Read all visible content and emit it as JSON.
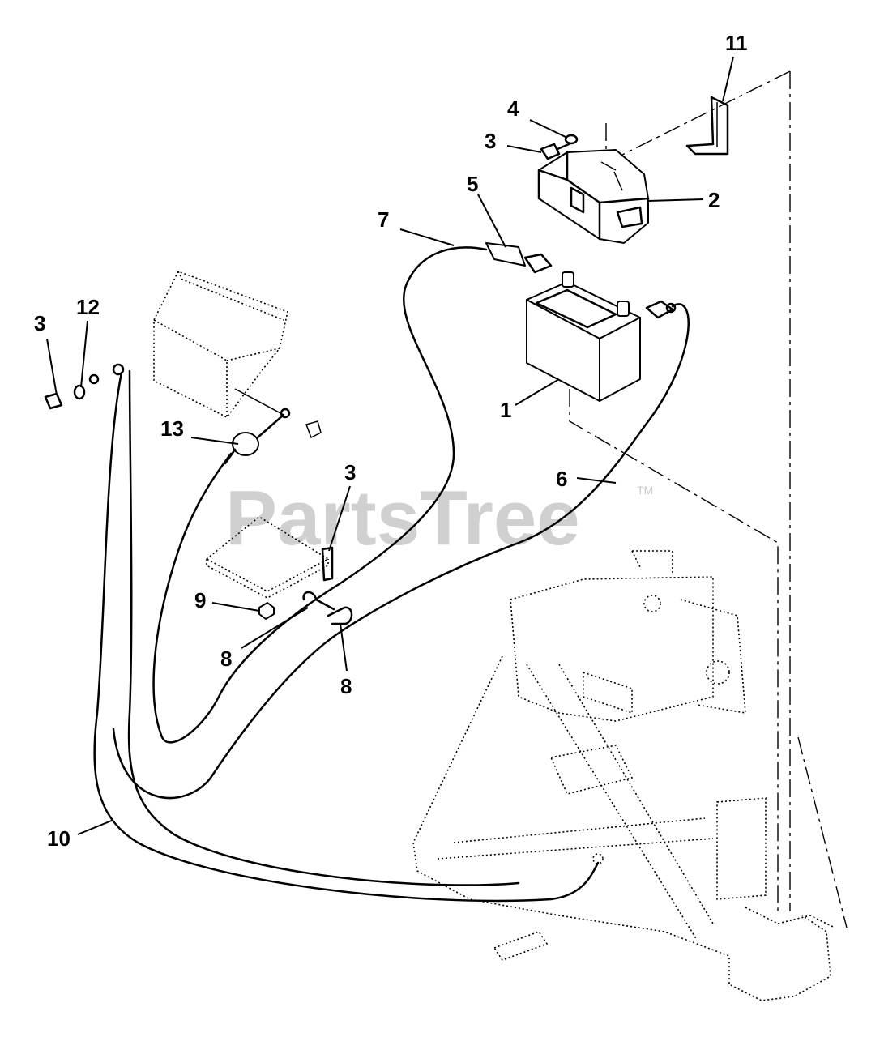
{
  "watermark": {
    "brand": "PartsTree",
    "trademark": "TM"
  },
  "callouts": {
    "battery": "1",
    "battery_cover": "2",
    "bolt_top": "3",
    "bolt_left": "3",
    "bolt_mid": "3",
    "washer_top": "4",
    "terminal_boot": "5",
    "cable_6": "6",
    "cable_7": "7",
    "clamp_left": "8",
    "clamp_right": "8",
    "nut": "9",
    "ground_cable": "10",
    "bracket": "11",
    "lock_washer": "12",
    "cable_13": "13"
  }
}
